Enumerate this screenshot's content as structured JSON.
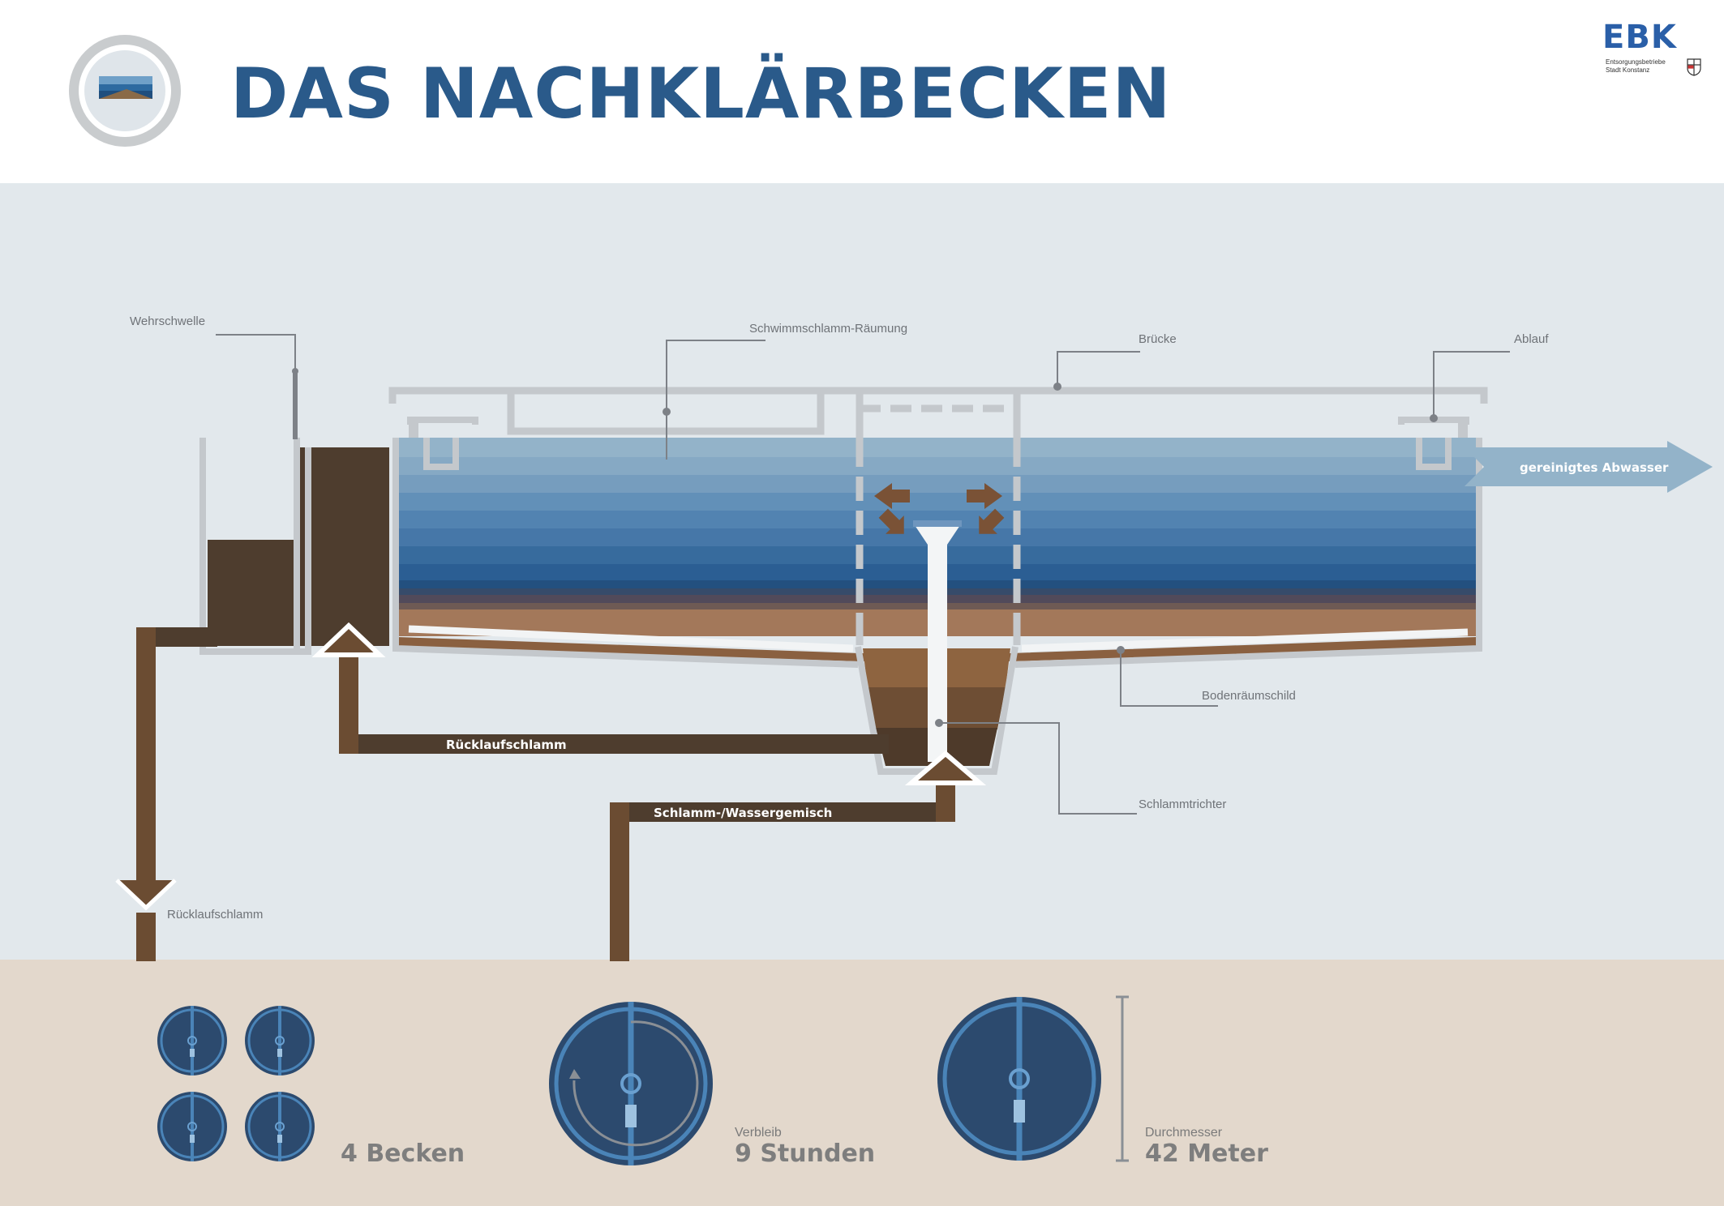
{
  "header": {
    "title": "DAS NACHKLÄRBECKEN",
    "logo": {
      "mark": "EBK",
      "subtitle_line1": "Entsorgungsbetriebe",
      "subtitle_line2": "Stadt Konstanz"
    }
  },
  "labels": {
    "wehrschwelle": "Wehrschwelle",
    "schwimmschlamm": "Schwimmschlamm-Räumung",
    "bruecke": "Brücke",
    "ablauf": "Ablauf",
    "bodenraeumschild": "Bodenräumschild",
    "schlammtrichter": "Schlammtrichter",
    "ruecklaufschlamm_bottom": "Rücklaufschlamm"
  },
  "flows": {
    "gereinigtes_abwasser": "gereinigtes Abwasser",
    "ruecklaufschlamm": "Rücklaufschlamm",
    "schlamm_wasser": "Schlamm-/Wassergemisch"
  },
  "stats": [
    {
      "label": "",
      "value": "4 Becken"
    },
    {
      "label": "Verbleib",
      "value": "9 Stunden"
    },
    {
      "label": "Durchmesser",
      "value": "42 Meter"
    }
  ],
  "colors": {
    "title": "#2a5a8a",
    "diagram_bg": "#e2e8ec",
    "ground": "#e3d8cc",
    "sludge_dark": "#4e3d2e",
    "sludge_mid": "#6b4c32",
    "water_top": "#93b3c9",
    "water_deep": "#1f4a78",
    "outline": "#c4c8cc",
    "basin_fill": "#2c4a6e",
    "basin_ring": "#4a84b8"
  }
}
